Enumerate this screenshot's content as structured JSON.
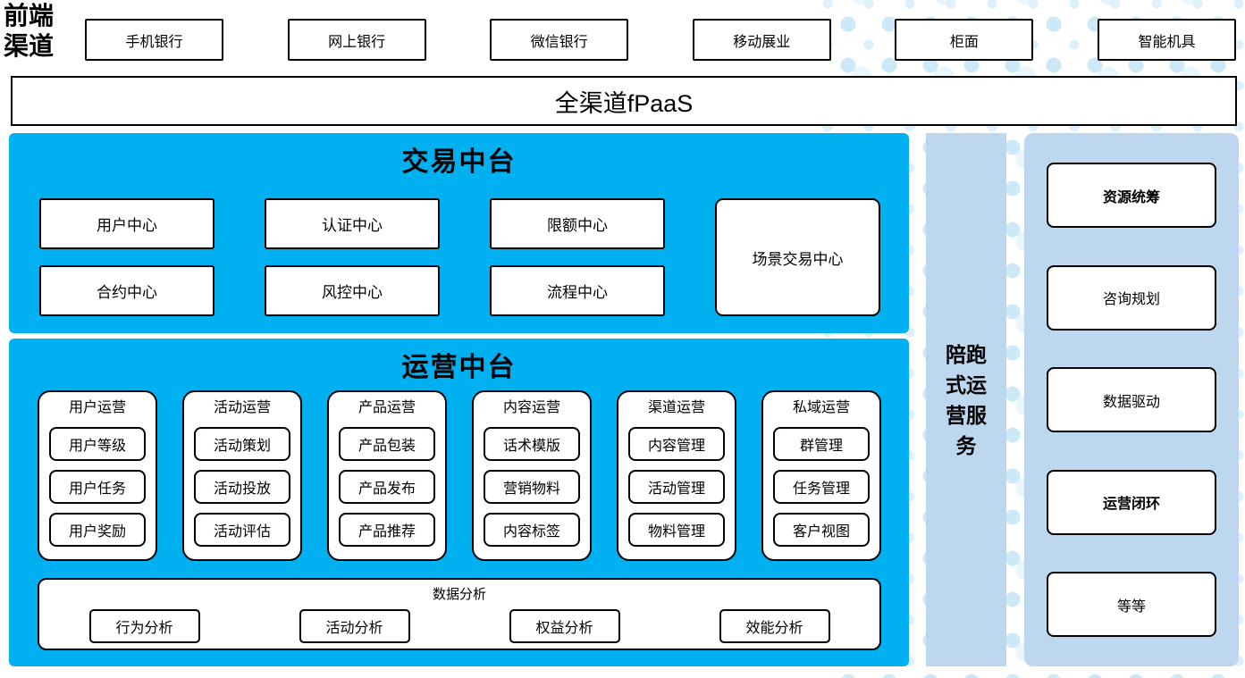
{
  "colors": {
    "accent_blue": "#00b0f0",
    "light_blue": "#bdd7ee",
    "dot_blue": "#cde9f8"
  },
  "front_channels": {
    "label": "前端渠道",
    "items": [
      "手机银行",
      "网上银行",
      "微信银行",
      "移动展业",
      "柜面",
      "智能机具"
    ]
  },
  "fpaas": {
    "label": "全渠道fPaaS"
  },
  "tx": {
    "title": "交易中台",
    "row1": [
      "用户中心",
      "认证中心",
      "限额中心"
    ],
    "row2": [
      "合约中心",
      "风控中心",
      "流程中心"
    ],
    "tall": "场景交易中心"
  },
  "op": {
    "title": "运营中台",
    "groups": [
      {
        "title": "用户运营",
        "items": [
          "用户等级",
          "用户任务",
          "用户奖励"
        ]
      },
      {
        "title": "活动运营",
        "items": [
          "活动策划",
          "活动投放",
          "活动评估"
        ]
      },
      {
        "title": "产品运营",
        "items": [
          "产品包装",
          "产品发布",
          "产品推荐"
        ]
      },
      {
        "title": "内容运营",
        "items": [
          "话术模版",
          "营销物料",
          "内容标签"
        ]
      },
      {
        "title": "渠道运营",
        "items": [
          "内容管理",
          "活动管理",
          "物料管理"
        ]
      },
      {
        "title": "私域运营",
        "items": [
          "群管理",
          "任务管理",
          "客户视图"
        ]
      }
    ],
    "analysis": {
      "title": "数据分析",
      "items": [
        "行为分析",
        "活动分析",
        "权益分析",
        "效能分析"
      ]
    }
  },
  "strip": {
    "label": "陪跑式运营服务"
  },
  "right": {
    "items": [
      {
        "label": "资源统筹",
        "bold": true
      },
      {
        "label": "咨询规划",
        "bold": false
      },
      {
        "label": "数据驱动",
        "bold": false
      },
      {
        "label": "运营闭环",
        "bold": true
      },
      {
        "label": "等等",
        "bold": false
      }
    ]
  }
}
